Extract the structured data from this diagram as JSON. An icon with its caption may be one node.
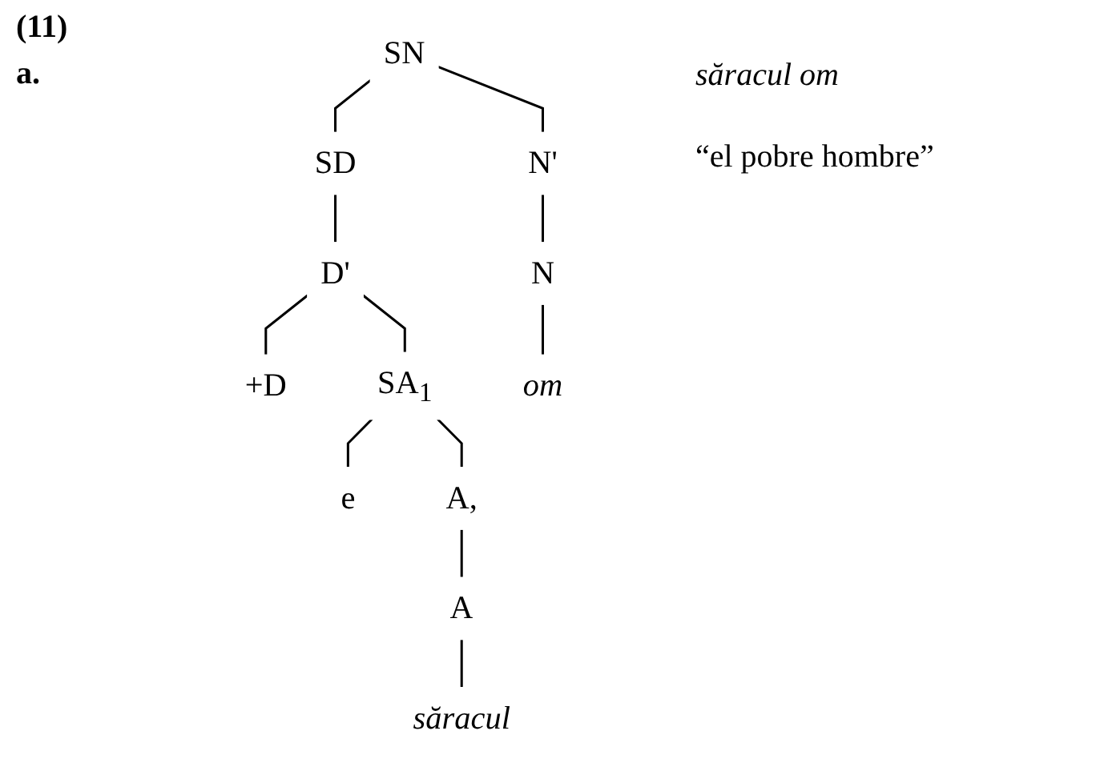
{
  "diagram": {
    "nodes": [
      {
        "text": [
          "SN"
        ]
      },
      {
        "text": [
          "SD"
        ]
      },
      {
        "text": [
          "N'"
        ]
      },
      {
        "text": [
          "D'"
        ]
      },
      {
        "text": [
          "N"
        ]
      },
      {
        "text": [
          "+D"
        ]
      },
      {
        "text": [
          "SA$_{1}$"
        ]
      },
      {
        "text": [
          "om"
        ]
      },
      {
        "text": [
          "e"
        ]
      },
      {
        "text": [
          "A,"
        ]
      },
      {
        "text": [
          "A"
        ]
      },
      {
        "text": [
          "săracul"
        ]
      }
    ],
    "edges": [
      {
        "from": 0,
        "to": 1,
        "arrow": "none"
      },
      {
        "from": 0,
        "to": 2,
        "arrow": "none"
      },
      {
        "from": 1,
        "to": 3,
        "arrow": "none"
      },
      {
        "from": 2,
        "to": 4,
        "arrow": "none"
      },
      {
        "from": 3,
        "to": 5,
        "arrow": "none"
      },
      {
        "from": 3,
        "to": 6,
        "arrow": "none"
      },
      {
        "from": 4,
        "to": 7,
        "arrow": "none"
      },
      {
        "from": 6,
        "to": 8,
        "arrow": "none"
      },
      {
        "from": 6,
        "to": 9,
        "arrow": "none"
      },
      {
        "from": 9,
        "to": 10,
        "arrow": "none"
      },
      {
        "from": 10,
        "to": 11,
        "arrow": "none"
      }
    ],
    "labels": [
      "(11)",
      "a.",
      "săracul om",
      "“el pobre hombre”"
    ]
  }
}
